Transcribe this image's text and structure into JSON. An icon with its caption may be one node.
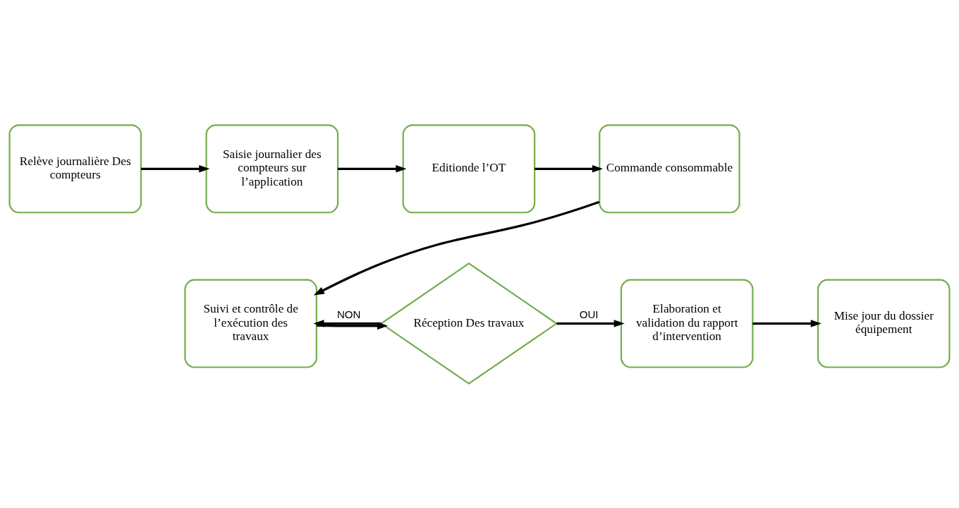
{
  "diagram": {
    "nodes": [
      {
        "text": [
          "Relève journalière Des compteurs"
        ]
      },
      {
        "text": [
          "Saisie journalier des compteurs sur l’application"
        ]
      },
      {
        "text": [
          "Editionde l’OT"
        ]
      },
      {
        "text": [
          "Commande consommable"
        ]
      },
      {
        "text": [
          "Suivi et contrôle de l’exécution des travaux"
        ]
      },
      {
        "text": [
          "Réception Des travaux"
        ]
      },
      {
        "text": [
          "Elaboration et validation du rapport d’intervention"
        ]
      },
      {
        "text": [
          "Mise jour du dossier équipement"
        ]
      }
    ],
    "edges": [
      {
        "from": 0,
        "to": 1,
        "arrow": "to"
      },
      {
        "from": 1,
        "to": 2,
        "arrow": "to"
      },
      {
        "from": 2,
        "to": 3,
        "arrow": "to"
      },
      {
        "from": 3,
        "to": 4,
        "arrow": "to"
      },
      {
        "from": 4,
        "to": 5,
        "arrow": "to"
      },
      {
        "from": 5,
        "to": 6,
        "arrow": "to",
        "label": "OUI"
      },
      {
        "from": 6,
        "to": 7,
        "arrow": "to"
      },
      {
        "from": 5,
        "to": 4,
        "arrow": "to",
        "label": "NON"
      }
    ]
  }
}
